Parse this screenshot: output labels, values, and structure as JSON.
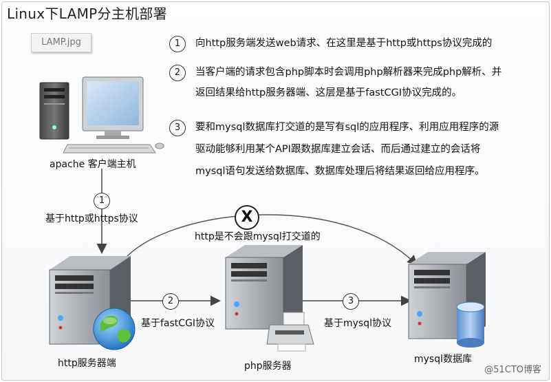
{
  "title": "Linux下LAMP分主机部署",
  "image_tag": "LAMP.jpg",
  "steps": [
    {
      "num": "1",
      "lines": [
        "向http服务端发送web请求、在这里是基于http或https协议完成的"
      ]
    },
    {
      "num": "2",
      "lines": [
        "当客户端的请求包含php脚本时会调用php解析器来完成php解析、并",
        "返回结果给http服务器端、这层是基于fastCGI协议完成的。"
      ]
    },
    {
      "num": "3",
      "lines": [
        "要和mysql数据库打交道的是写有sql的应用程序、利用应用程序的源",
        "驱动能够利用某个API跟数据库建立会话、而后通过建立的会话将",
        "mysql语句发送给数据库、数据库处理后将结果返回给应用程序。"
      ]
    }
  ],
  "client_label": "apache 客户端主机",
  "arrow1": {
    "num": "1",
    "label": "基于http或https协议"
  },
  "x_mark": "X",
  "x_label": "http是不会跟mysql打交道的",
  "arrow2": {
    "num": "2",
    "label": "基于fastCGI协议"
  },
  "arrow3": {
    "num": "3",
    "label": "基于mysql协议"
  },
  "servers": {
    "http": "http服务器端",
    "php": "php服务器",
    "mysql": "mysql数据库"
  },
  "watermark": "@51CTO博客"
}
